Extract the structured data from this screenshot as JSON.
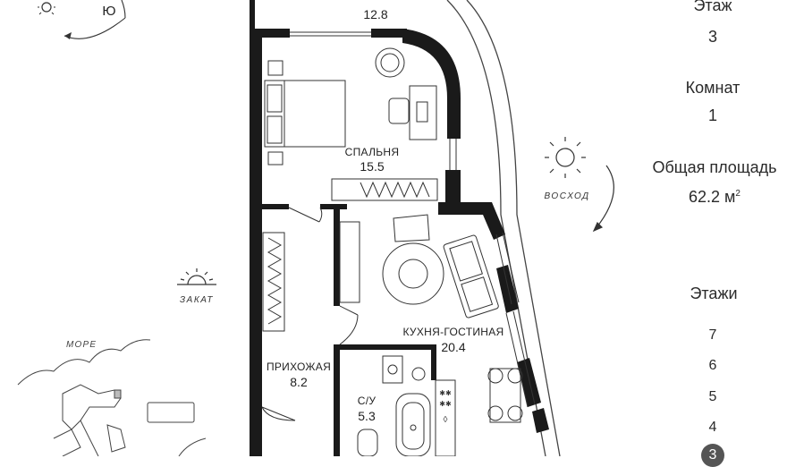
{
  "compass": {
    "south_label": "Ю"
  },
  "rooms": {
    "balcony_area": "12.8",
    "bedroom": {
      "name": "СПАЛЬНЯ",
      "area": "15.5"
    },
    "kitchen": {
      "name": "КУХНЯ-ГОСТИНАЯ",
      "area": "20.4"
    },
    "hallway": {
      "name": "ПРИХОЖАЯ",
      "area": "8.2"
    },
    "bathroom": {
      "name": "С/У",
      "area": "5.3"
    }
  },
  "map": {
    "sea_label": "МОРЕ",
    "sunset_label": "ЗАКАТ",
    "sunrise_label": "ВОСХОД"
  },
  "info": {
    "floor_label": "Этаж",
    "floor_value": "3",
    "rooms_label": "Комнат",
    "rooms_value": "1",
    "area_label": "Общая площадь",
    "area_value": "62.2 м",
    "area_unit_sup": "2"
  },
  "floors": {
    "title": "Этажи",
    "list": [
      "7",
      "6",
      "5",
      "4",
      "3"
    ],
    "selected": "3"
  }
}
